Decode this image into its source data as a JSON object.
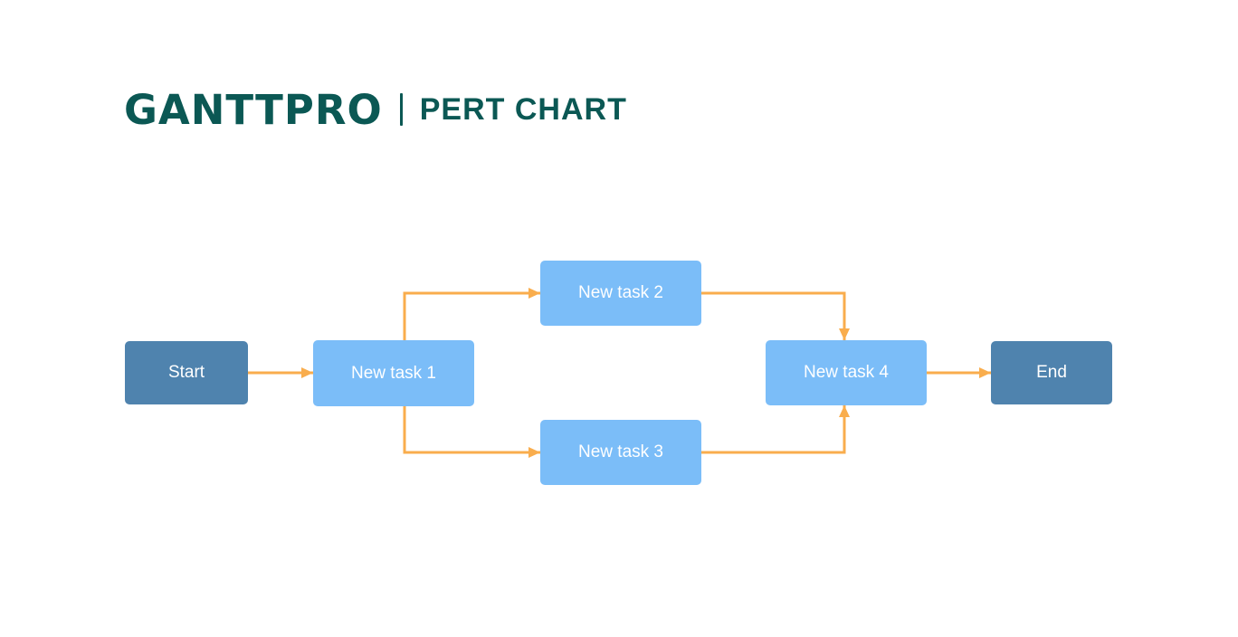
{
  "header": {
    "logo": "GANTTPRO",
    "title": "PERT CHART",
    "brand_color": "#0b5854"
  },
  "diagram": {
    "type": "pert-chart",
    "colors": {
      "milestone_fill": "#4f83ae",
      "task_fill": "#7bbdf8",
      "arrow": "#f9ad4d",
      "node_text": "#ffffff"
    },
    "nodes": [
      {
        "id": "start",
        "label": "Start",
        "kind": "milestone"
      },
      {
        "id": "task1",
        "label": "New task 1",
        "kind": "task"
      },
      {
        "id": "task2",
        "label": "New task 2",
        "kind": "task"
      },
      {
        "id": "task3",
        "label": "New task 3",
        "kind": "task"
      },
      {
        "id": "task4",
        "label": "New task 4",
        "kind": "task"
      },
      {
        "id": "end",
        "label": "End",
        "kind": "milestone"
      }
    ],
    "edges": [
      {
        "from": "start",
        "to": "task1"
      },
      {
        "from": "task1",
        "to": "task2"
      },
      {
        "from": "task1",
        "to": "task3"
      },
      {
        "from": "task2",
        "to": "task4"
      },
      {
        "from": "task3",
        "to": "task4"
      },
      {
        "from": "task4",
        "to": "end"
      }
    ]
  }
}
